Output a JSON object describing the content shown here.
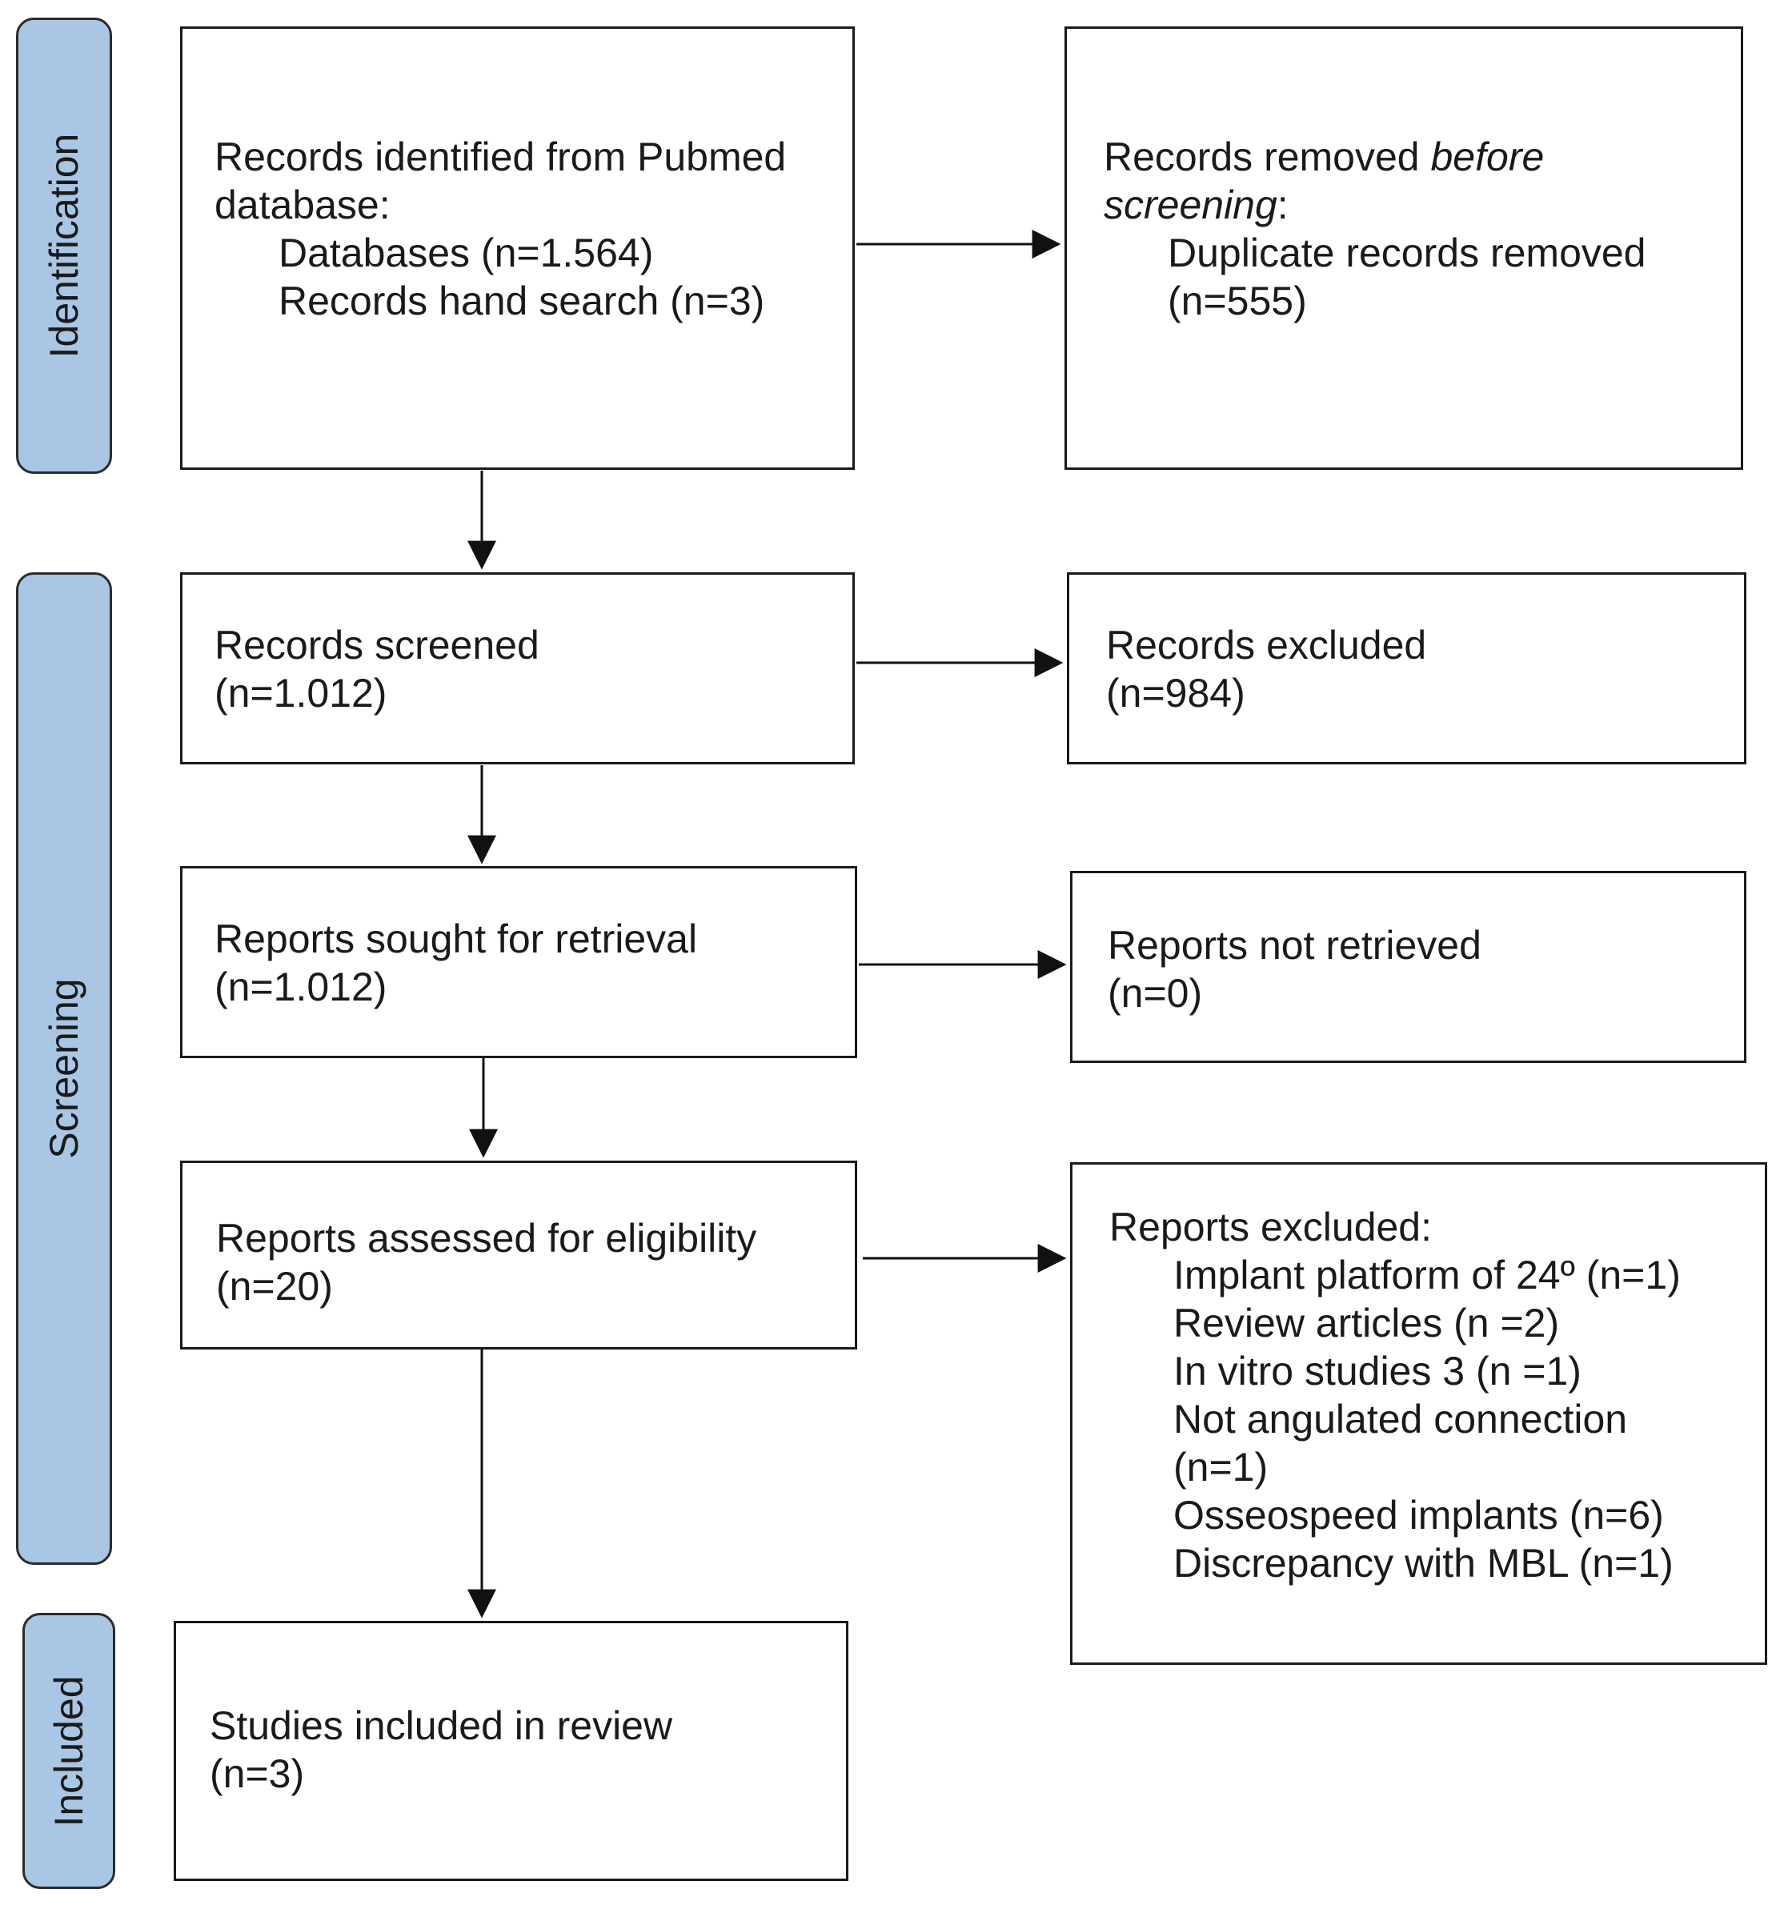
{
  "phases": {
    "identification": "Identification",
    "screening": "Screening",
    "included": "Included"
  },
  "identified": {
    "line1": "Records identified from Pubmed",
    "line2": "database:",
    "databases": "Databases (n=1.564)",
    "hand_search": "Records hand search (n=3)"
  },
  "removed": {
    "line1_plain": "Records removed ",
    "line1_italic": "before",
    "line2_italic": "screening",
    "line2_colon": ":",
    "duplicates": "Duplicate records removed",
    "duplicates_n": "(n=555)"
  },
  "screened": {
    "title": "Records screened",
    "n": "(n=1.012)"
  },
  "excluded": {
    "title": "Records excluded",
    "n": "(n=984)"
  },
  "sought": {
    "title": "Reports sought for retrieval",
    "n": "(n=1.012)"
  },
  "not_retrieved": {
    "title": "Reports not retrieved",
    "n": "(n=0)"
  },
  "assessed": {
    "title": "Reports assessed for eligibility",
    "n": "(n=20)"
  },
  "reports_excluded": {
    "title": "Reports excluded:",
    "items": [
      "Implant platform of 24º (n=1)",
      "Review articles (n =2)",
      "In vitro studies 3 (n =1)",
      "Not angulated connection",
      "(n=1)",
      "Osseospeed implants (n=6)",
      "Discrepancy with MBL (n=1)"
    ]
  },
  "included": {
    "title": "Studies included in review",
    "n": "(n=3)"
  }
}
